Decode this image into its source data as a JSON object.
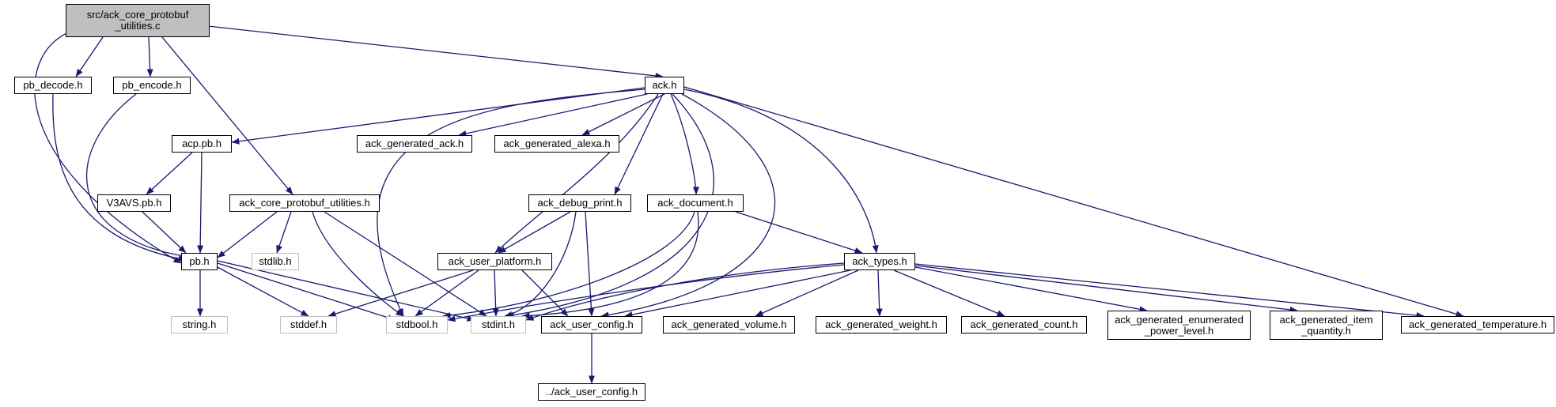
{
  "colors": {
    "edge": "#191970",
    "box": "#000000",
    "system_box": "#bfbfbf",
    "root_fill": "#bfbfbf"
  },
  "nodes": {
    "root": "src/ack_core_protobuf\n_utilities.c",
    "pb_decode": "pb_decode.h",
    "pb_encode": "pb_encode.h",
    "ack_h": "ack.h",
    "acp_pb": "acp.pb.h",
    "ack_generated_ack": "ack_generated_ack.h",
    "ack_generated_alexa": "ack_generated_alexa.h",
    "v3avs_pb": "V3AVS.pb.h",
    "ack_core_protobuf_utilities_h": "ack_core_protobuf_utilities.h",
    "ack_debug_print": "ack_debug_print.h",
    "ack_document": "ack_document.h",
    "pb_h": "pb.h",
    "stdlib": "stdlib.h",
    "ack_user_platform": "ack_user_platform.h",
    "ack_types": "ack_types.h",
    "string_h": "string.h",
    "stddef": "stddef.h",
    "stdbool": "stdbool.h",
    "stdint": "stdint.h",
    "ack_user_config": "ack_user_config.h",
    "ack_generated_volume": "ack_generated_volume.h",
    "ack_generated_weight": "ack_generated_weight.h",
    "ack_generated_count": "ack_generated_count.h",
    "ack_generated_enumerated_power_level": "ack_generated_enumerated\n_power_level.h",
    "ack_generated_item_quantity": "ack_generated_item\n_quantity.h",
    "ack_generated_temperature": "ack_generated_temperature.h",
    "parent_ack_user_config": "../ack_user_config.h"
  }
}
